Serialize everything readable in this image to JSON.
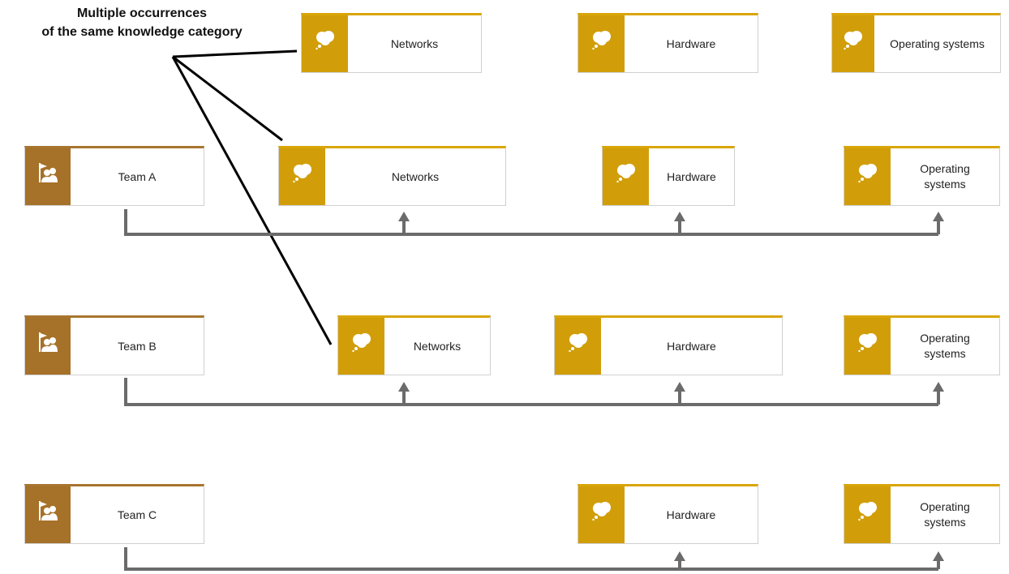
{
  "annotation": {
    "line1": "Multiple occurrences",
    "line2": "of the same knowledge category"
  },
  "colors": {
    "knowledge_icon_bg": "#D19E0A",
    "team_icon_bg": "#A67128",
    "connector": "#6B6B6B",
    "pointer": "#000000"
  },
  "top_row": {
    "networks": "Networks",
    "hardware": "Hardware",
    "operating_systems": "Operating systems"
  },
  "rows": [
    {
      "team": "Team A",
      "knowledge": [
        "Networks",
        "Hardware",
        "Operating systems"
      ]
    },
    {
      "team": "Team B",
      "knowledge": [
        "Networks",
        "Hardware",
        "Operating systems"
      ]
    },
    {
      "team": "Team C",
      "knowledge": [
        "Hardware",
        "Operating systems"
      ]
    }
  ]
}
